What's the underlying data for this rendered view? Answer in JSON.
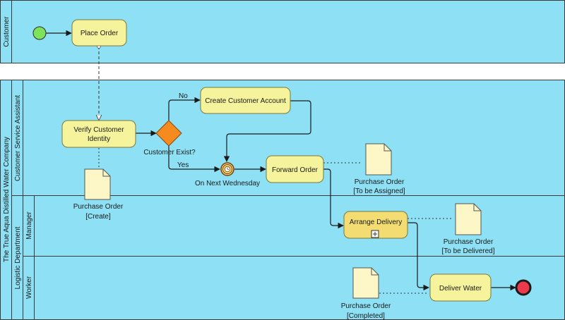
{
  "pools": {
    "customer": "Customer",
    "company": "The True Aqua Distilled Water Company"
  },
  "lanes": {
    "csa": "Customer Service Assistant",
    "logistic": "Logistic Department",
    "manager": "Manager",
    "worker": "Worker"
  },
  "tasks": {
    "place_order": "Place Order",
    "verify_1": "Verify Customer",
    "verify_2": "Identity",
    "create_account": "Create Customer Account",
    "forward_order": "Forward Order",
    "arrange_delivery": "Arrange Delivery",
    "deliver_water": "Deliver Water"
  },
  "gateway": {
    "label": "Customer Exist?",
    "no": "No",
    "yes": "Yes"
  },
  "timer": {
    "label": "On Next Wednesday"
  },
  "documents": {
    "create_1": "Purchase Order",
    "create_2": "[Create]",
    "assigned_1": "Purchase Order",
    "assigned_2": "[To be Assigned]",
    "delivered_1": "Purchase Order",
    "delivered_2": "[To be Delivered]",
    "completed_1": "Purchase Order",
    "completed_2": "[Completed]"
  },
  "colors": {
    "lane_fill": "#8ee0f5",
    "task_fill": "#f5f39c",
    "gateway_fill": "#f58a1f",
    "start_fill": "#7ee35a",
    "end_fill": "#ec3a4b"
  }
}
